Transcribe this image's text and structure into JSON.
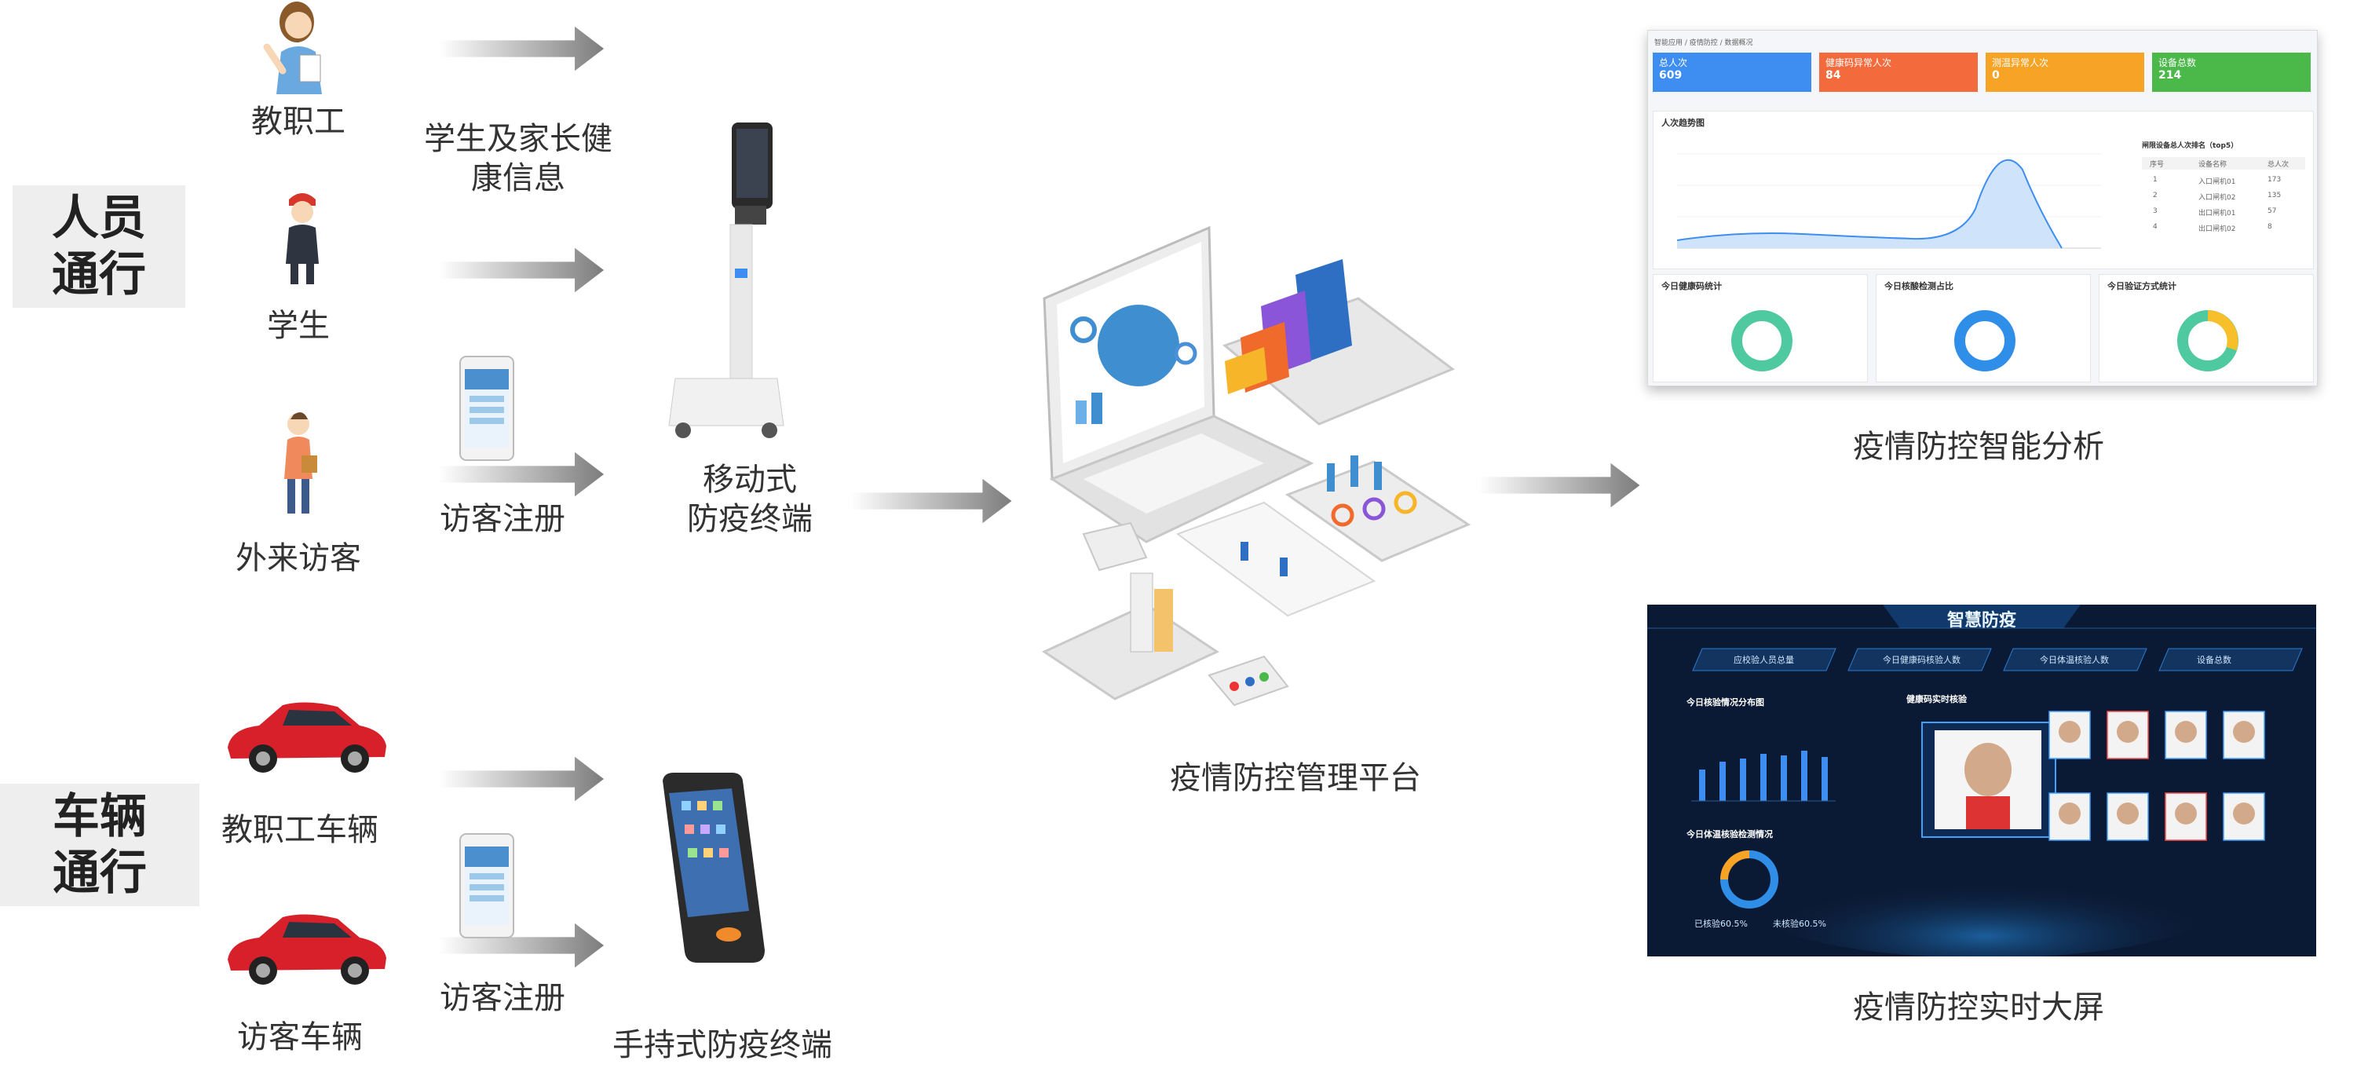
{
  "categories": [
    {
      "key": "people",
      "text": "人员\n通行"
    },
    {
      "key": "vehicles",
      "text": "车辆\n通行"
    }
  ],
  "people": {
    "staff": "教职工",
    "student": "学生",
    "visitor": "外来访客"
  },
  "vehicles": {
    "staff_car": "教职工车辆",
    "visitor_car": "访客车辆"
  },
  "flow_labels": {
    "health_info": "学生及家长健\n康信息",
    "visitor_reg_1": "访客注册",
    "visitor_reg_2": "访客注册"
  },
  "terminals": {
    "mobile": "移动式\n防疫终端",
    "handheld": "手持式防疫终端"
  },
  "platform": "疫情防控管理平台",
  "outputs": {
    "analysis": "疫情防控智能分析",
    "bigscreen": "疫情防控实时大屏"
  },
  "dashboard": {
    "breadcrumb": "智能应用 / 疫情防控 / 数据概况",
    "kpis": [
      {
        "label": "总人次",
        "value": "609",
        "color": "#3d8ef0"
      },
      {
        "label": "健康码异常人次",
        "value": "84",
        "color": "#f36b3c"
      },
      {
        "label": "测温异常人次",
        "value": "0",
        "color": "#f7a326"
      },
      {
        "label": "设备总数",
        "value": "214",
        "color": "#4ab94a"
      }
    ],
    "trend_title": "人次趋势图",
    "top_title": "闸限设备总人次排名（top5）",
    "top_headers": [
      "序号",
      "设备名称",
      "总人次"
    ],
    "top_rows": [
      [
        "1",
        "入口闸机01",
        "173"
      ],
      [
        "2",
        "入口闸机02",
        "135"
      ],
      [
        "3",
        "出口闸机01",
        "57"
      ],
      [
        "4",
        "出口闸机02",
        "8"
      ]
    ],
    "donut_titles": [
      "今日健康码统计",
      "今日核酸检测占比",
      "今日验证方式统计"
    ]
  },
  "bigscreen": {
    "title": "智慧防疫",
    "stats": [
      "应校验人员总量",
      "今日健康码核验人数",
      "今日体温核验人数",
      "设备总数"
    ],
    "left_title": "今日核验情况分布图",
    "left_title2": "今日体温核验检测情况",
    "center_title": "健康码实时核验",
    "legend": [
      "已核验60.5%",
      "未核验60.5%"
    ]
  }
}
